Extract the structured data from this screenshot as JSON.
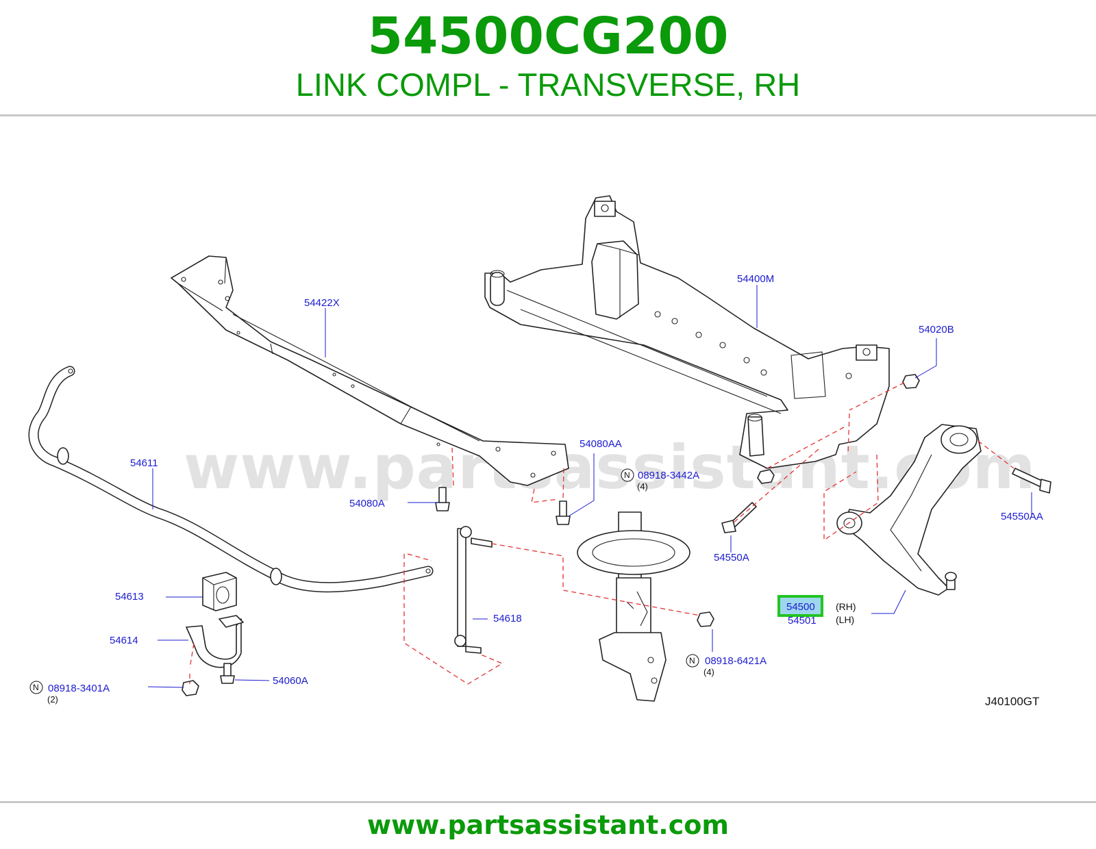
{
  "header": {
    "part_number": "54500CG200",
    "part_name": "LINK COMPL - TRANSVERSE, RH"
  },
  "watermark": "www.partsassistant.com",
  "footer": {
    "url": "www.partsassistant.com"
  },
  "diagram": {
    "code": "J40100GT",
    "highlight_color": "#22c422",
    "labels": [
      "54422X",
      "54400M",
      "54020B",
      "54080AA",
      "54611",
      "54080A",
      "08918-3442A",
      "54550AA",
      "54550A",
      "54613",
      "54618",
      "54500",
      "54501",
      "54614",
      "08918-6421A",
      "54060A",
      "08918-3401A"
    ],
    "qty": [
      "(4)",
      "(4)",
      "(2)"
    ],
    "sides": [
      "(RH)",
      "(LH)"
    ],
    "nut_symbol": "N"
  }
}
